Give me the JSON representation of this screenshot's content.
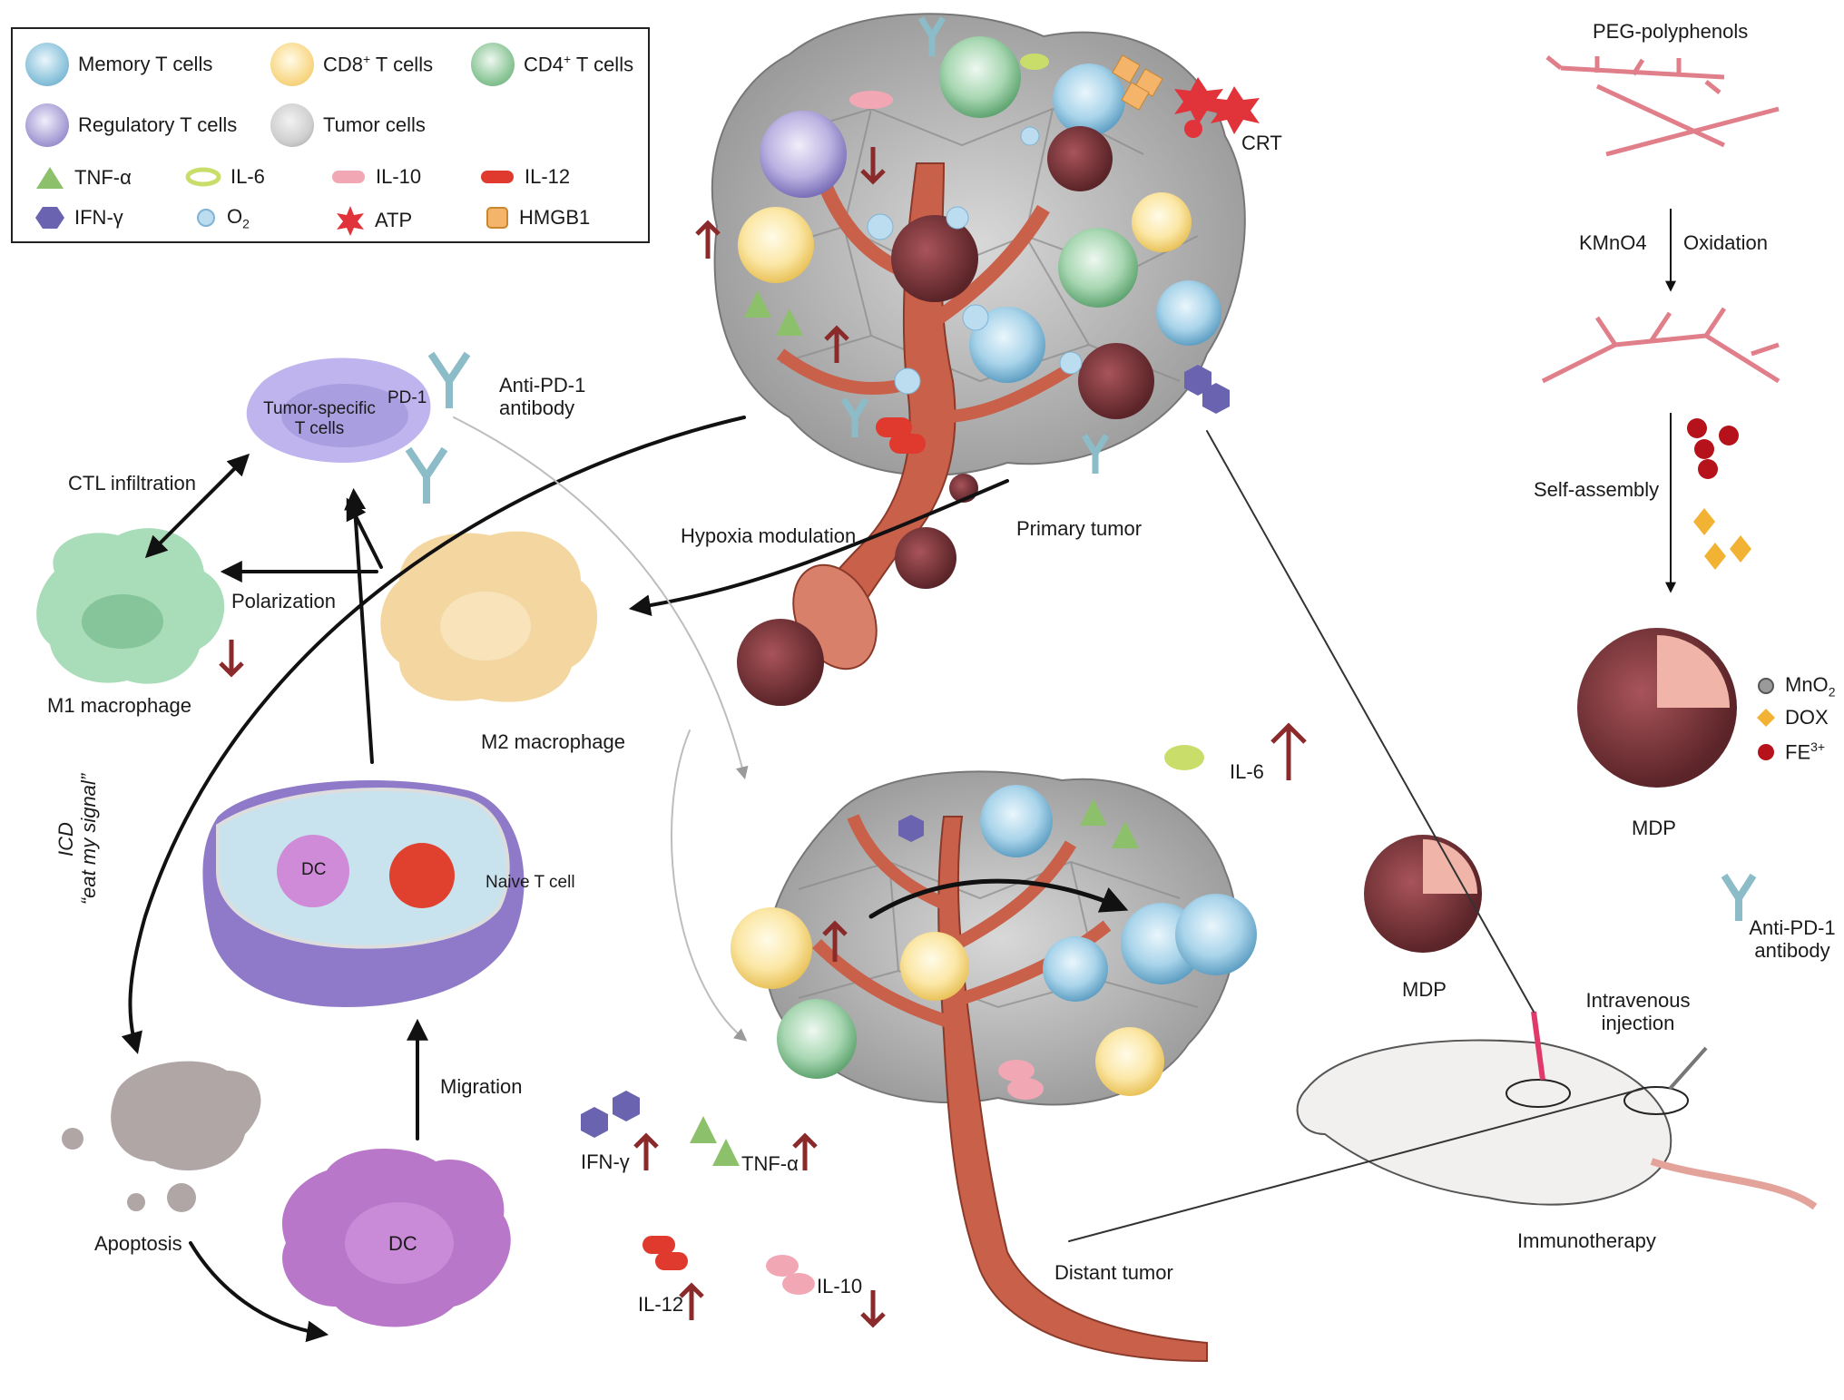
{
  "legend": {
    "cells": [
      {
        "label": "Memory T cells",
        "color": "#8ec4dc"
      },
      {
        "label": "CD8",
        "sup": "+",
        "suffix": " T cells",
        "color": "#f9d98a"
      },
      {
        "label": "CD4",
        "sup": "+",
        "suffix": " T cells",
        "color": "#8fc79a"
      },
      {
        "label": "Regulatory T cells",
        "color": "#a9a0d6"
      },
      {
        "label": "Tumor cells",
        "color": "#cfcfcf"
      }
    ],
    "molecules": [
      {
        "label": "TNF-α",
        "icon": "triangle-icon",
        "color": "#8cc06a"
      },
      {
        "label": "IL-6",
        "icon": "ring-icon",
        "color": "#c9de6a"
      },
      {
        "label": "IL-10",
        "icon": "pill-icon",
        "color": "#f2a8b4"
      },
      {
        "label": "IL-12",
        "icon": "pill-icon",
        "color": "#e03a2e"
      },
      {
        "label": "IFN-γ",
        "icon": "hexagon-icon",
        "color": "#6a63b0"
      },
      {
        "label": "O",
        "sub": "2",
        "icon": "bubble-icon",
        "color": "#bcdcf0"
      },
      {
        "label": "ATP",
        "icon": "star-icon",
        "color": "#e0333a"
      },
      {
        "label": "HMGB1",
        "icon": "square-icon",
        "color": "#f4b46a"
      }
    ]
  },
  "synthesis": {
    "title": "PEG-polyphenols",
    "step1_left": "KMnO4",
    "step1_right": "Oxidation",
    "step2": "Self-assembly",
    "product": "MDP",
    "key": [
      {
        "label": "MnO",
        "sub": "2",
        "color": "#9a9a9a"
      },
      {
        "label": "DOX",
        "color": "#f2b233"
      },
      {
        "label": "FE",
        "sup": "3+",
        "color": "#b5121b"
      }
    ]
  },
  "labels": {
    "crt": "CRT",
    "tumor_specific": "Tumor-specific\nT cells",
    "pd1": "PD-1",
    "anti_pd1_top": "Anti-PD-1\nantibody",
    "ctl": "CTL infiltration",
    "polarization": "Polarization",
    "m1": "M1 macrophage",
    "m2": "M2 macrophage",
    "hypoxia": "Hypoxia modulation",
    "primary_tumor": "Primary tumor",
    "dc_node": "DC",
    "naive": "Naive T cell",
    "icd": "ICD\n“eat my signal”",
    "migration": "Migration",
    "apoptosis": "Apoptosis",
    "dc": "DC",
    "ifn": "IFN-γ",
    "tnf": "TNF-α",
    "il12": "IL-12",
    "il10": "IL-10",
    "il6": "IL-6",
    "distant_tumor": "Distant tumor",
    "mdp_mouse": "MDP",
    "iv_injection": "Intravenous\ninjection",
    "anti_pd1_right": "Anti-PD-1\nantibody",
    "immunotherapy": "Immunotherapy"
  },
  "trends": {
    "ifn": "up",
    "tnf": "up",
    "il12": "up",
    "il10": "down",
    "il6": "up",
    "m1": "down",
    "primary_tregs": "down",
    "primary_cd8": "up",
    "primary_cd8_inner": "up",
    "distant_cd8": "up"
  },
  "colors": {
    "arrow_up_down": "#8b2a2a",
    "vessel": "#c8604a",
    "tumor_mass": "#bdbdbd",
    "nanoparticle": "#7a3a3e",
    "dc_purple": "#b877c8",
    "m1_green": "#a9dcb8",
    "m2_yellow": "#f4d7a0"
  }
}
